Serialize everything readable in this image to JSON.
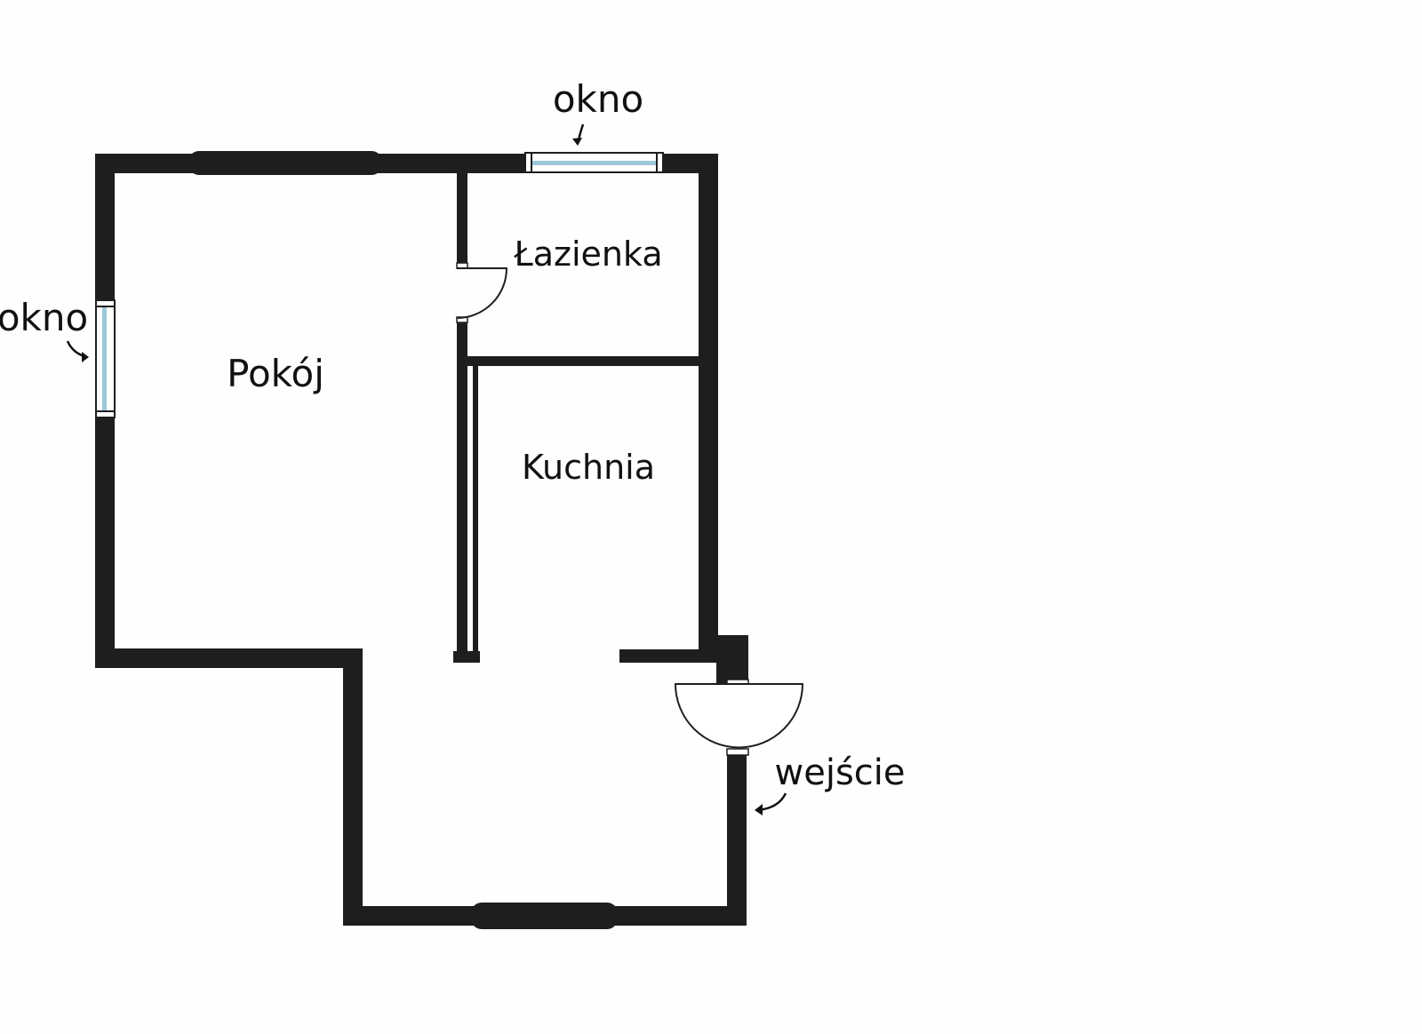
{
  "rooms": {
    "living_room": "Pokój",
    "bathroom": "Łazienka",
    "kitchen": "Kuchnia"
  },
  "annotations": {
    "window_top": "okno",
    "window_left": "okno",
    "entrance": "wejście"
  },
  "colors": {
    "wall": "#1e1e1e",
    "window_glass": "#9cc8d8",
    "background": "#fefefe"
  }
}
